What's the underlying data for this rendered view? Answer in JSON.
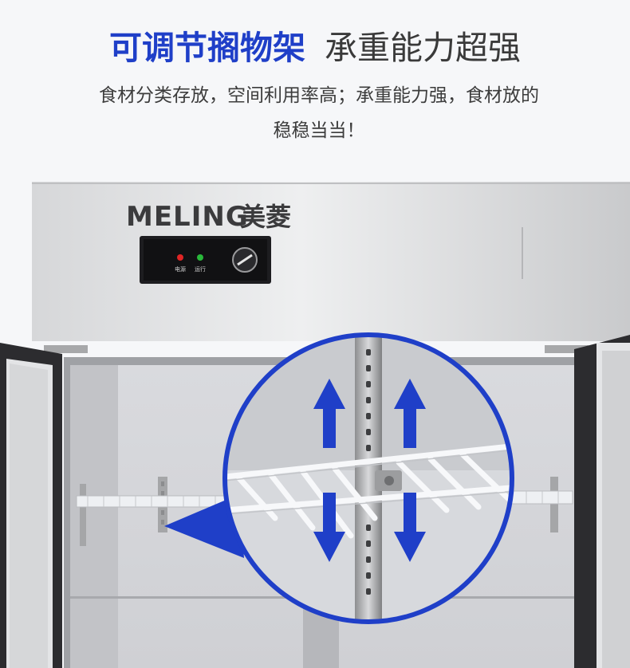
{
  "headline": {
    "emphasis": "可调节搁物架",
    "rest": "承重能力超强",
    "accent_color": "#1f3fc8"
  },
  "description": "食材分类存放，空间利用率高；承重能力强，食材放的稳稳当当！",
  "product": {
    "brand_latin": "MELING",
    "brand_cn": "美菱",
    "panel": {
      "indicator_power": "电源",
      "indicator_run": "运行"
    }
  },
  "zoom_callout": {
    "arrow_up_icon": "arrow-up-icon",
    "arrow_down_icon": "arrow-down-icon"
  }
}
